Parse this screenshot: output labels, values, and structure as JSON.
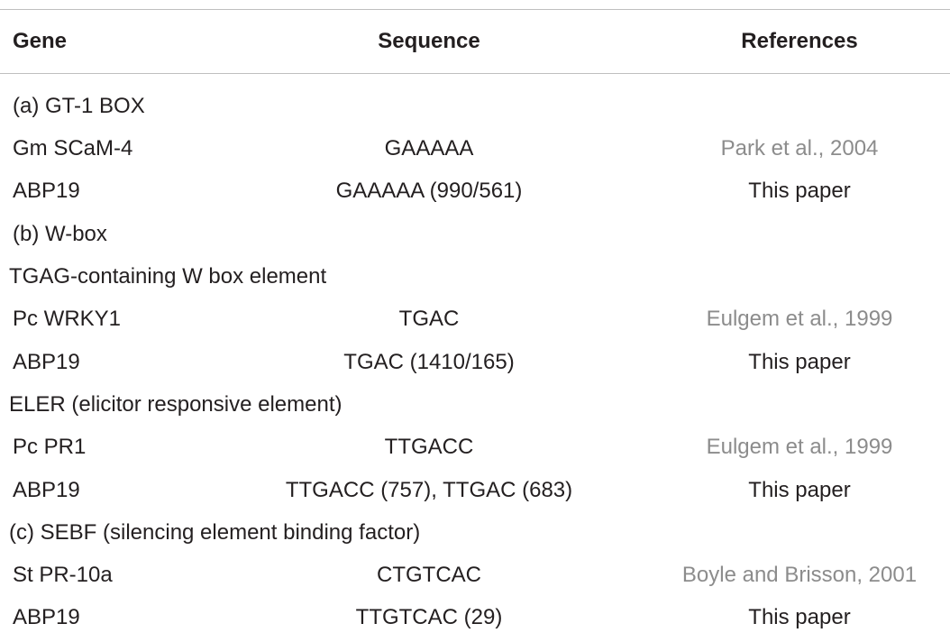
{
  "header": {
    "gene": "Gene",
    "sequence": "Sequence",
    "references": "References"
  },
  "sections": [
    {
      "title": "(a) GT-1 BOX",
      "rows": [
        {
          "gene": "Gm SCaM-4",
          "sequence": "GAAAAA",
          "reference": "Park et al., 2004",
          "cited": true
        },
        {
          "gene": "ABP19",
          "sequence": "GAAAAA (990/561)",
          "reference": "This paper",
          "cited": false
        }
      ]
    },
    {
      "title": "(b) W-box",
      "subtitle": "TGAG-containing W box element",
      "rows": [
        {
          "gene": "Pc WRKY1",
          "sequence": "TGAC",
          "reference": "Eulgem et al., 1999",
          "cited": true
        },
        {
          "gene": "ABP19",
          "sequence": "TGAC (1410/165)",
          "reference": "This paper",
          "cited": false
        }
      ],
      "subtitle2": "ELER (elicitor responsive element)",
      "rows2": [
        {
          "gene": "Pc PR1",
          "sequence": "TTGACC",
          "reference": "Eulgem et al., 1999",
          "cited": true
        },
        {
          "gene": "ABP19",
          "sequence": "TTGACC (757), TTGAC (683)",
          "reference": "This paper",
          "cited": false
        }
      ]
    },
    {
      "title": "(c) SEBF (silencing element binding factor)",
      "rows": [
        {
          "gene": "St PR-10a",
          "sequence": "CTGTCAC",
          "reference": "Boyle and Brisson, 2001",
          "cited": true
        },
        {
          "gene": "ABP19",
          "sequence": "TTGTCAC (29)",
          "reference": "This paper",
          "cited": false
        }
      ]
    }
  ]
}
